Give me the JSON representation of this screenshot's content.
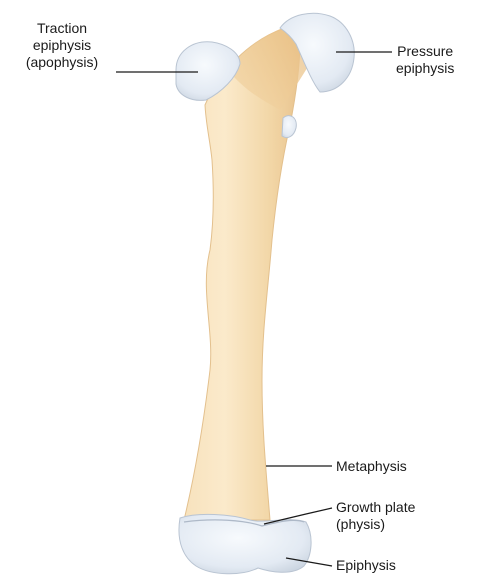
{
  "labels": {
    "traction_epiphysis": [
      "Traction",
      "epiphysis",
      "(apophysis)"
    ],
    "pressure_epiphysis": [
      "Pressure",
      "epiphysis"
    ],
    "metaphysis": [
      "Metaphysis"
    ],
    "growth_plate": [
      "Growth plate",
      "(physis)"
    ],
    "epiphysis": [
      "Epiphysis"
    ]
  },
  "colors": {
    "bone": "#f5deb3",
    "bone_dark": "#ebc48e",
    "cartilage": "#e6edf5",
    "cartilage_edge": "#b9c4d2",
    "leader_line": "#1a1a1a"
  }
}
